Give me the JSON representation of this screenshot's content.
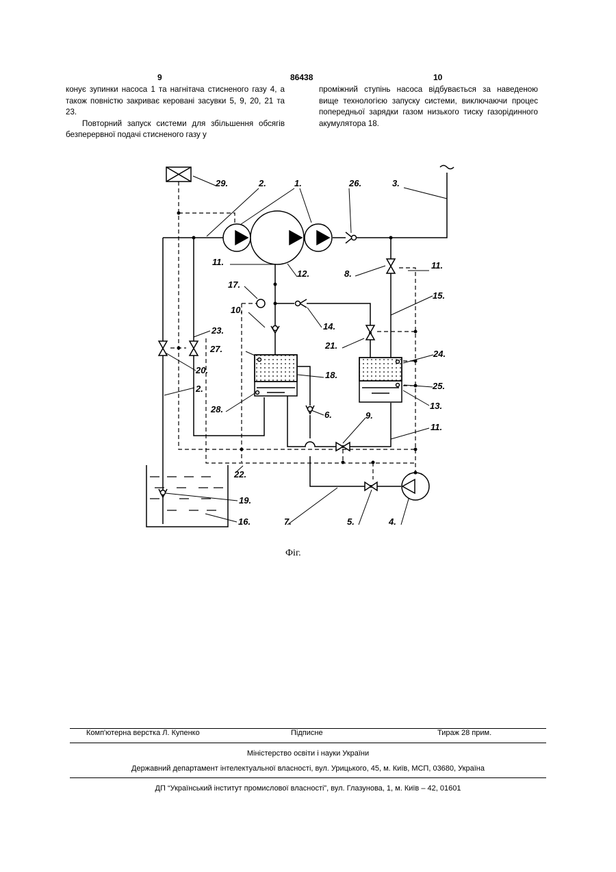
{
  "header": {
    "page_left": "9",
    "page_center": "86438",
    "page_right": "10"
  },
  "text": {
    "left_par1": "конує зупинки насоса 1 та нагнітача стисненого газу 4, а також повністю закриває керовані засувки 5, 9, 20, 21 та 23.",
    "left_par2": "Повторний запуск системи для збільшення обсягів безперервної подачі стисненого газу у",
    "right_par1": "проміжний ступінь насоса відбувається за наведеною вище технологією запуску системи, виключаючи процес попередньої зарядки газом низького тиску газорідинного акумулятора 18."
  },
  "figure": {
    "caption": "Фіг.",
    "labels": {
      "l29": "29.",
      "l2a": "2.",
      "l1": "1.",
      "l26": "26.",
      "l3": "3.",
      "l11a": "11.",
      "l12": "12.",
      "l8": "8.",
      "l11b": "11.",
      "l17": "17.",
      "l15": "15.",
      "l10": "10.",
      "l14": "14.",
      "l23": "23.",
      "l21": "21.",
      "l27": "27.",
      "l24": "24.",
      "l20": "20.",
      "l18": "18.",
      "l25": "25.",
      "l2b": "2.",
      "l13": "13.",
      "l28": "28.",
      "l6": "6.",
      "l9": "9.",
      "l11c": "11.",
      "l22": "22.",
      "l19": "19.",
      "l16": "16.",
      "l7": "7.",
      "l5": "5.",
      "l4": "4."
    }
  },
  "footer": {
    "typesetting": "Комп'ютерна верстка Л. Купенко",
    "signed": "Підписне",
    "circulation": "Тираж 28 прим.",
    "ministry": "Міністерство освіти і науки України",
    "department": "Державний департамент інтелектуальної власності, вул. Урицького, 45, м. Київ, МСП, 03680, Україна",
    "institute": "ДП “Український інститут промислової власності”, вул. Глазунова, 1, м. Київ – 42, 01601"
  }
}
